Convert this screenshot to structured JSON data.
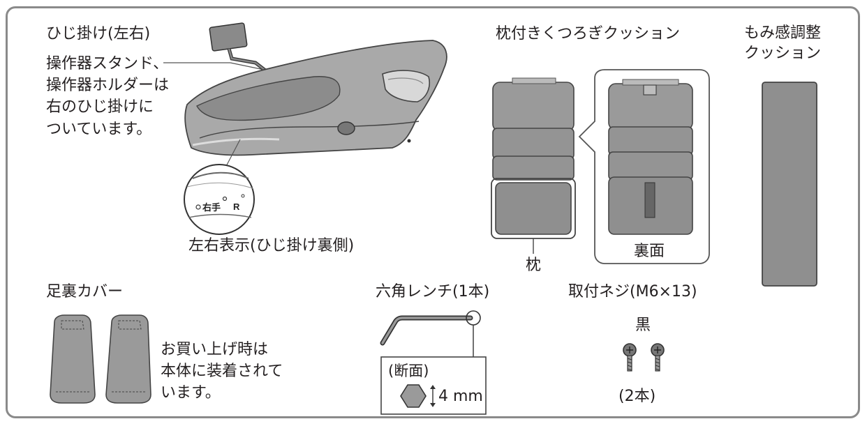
{
  "colors": {
    "frame": "#8a8a8a",
    "text": "#231f20",
    "cushion_fill": "#8f8f8f",
    "cushion_dark": "#6e6e6e",
    "outline": "#555555"
  },
  "armrest": {
    "title": "ひじ掛け(左右)",
    "note_lines": [
      "操作器スタンド、",
      "操作器ホルダーは",
      "右のひじ掛けに",
      "ついています。"
    ],
    "detail_mark": "右手",
    "detail_letter": "R",
    "detail_caption": "左右表示(ひじ掛け裏側)"
  },
  "pillow_cushion": {
    "title": "枕付きくつろぎクッション",
    "pillow_label": "枕",
    "back_label": "裏面"
  },
  "massage_cushion": {
    "title_lines": [
      "もみ感調整",
      "クッション"
    ]
  },
  "foot_cover": {
    "title": "足裏カバー",
    "note_lines": [
      "お買い上げ時は",
      "本体に装着されて",
      "います。"
    ]
  },
  "hex_wrench": {
    "title": "六角レンチ(1本)",
    "section_label": "(断面)",
    "size": "4 mm"
  },
  "screws": {
    "title": "取付ネジ(M6×13)",
    "color_label": "黒",
    "count_label": "(2本)"
  }
}
